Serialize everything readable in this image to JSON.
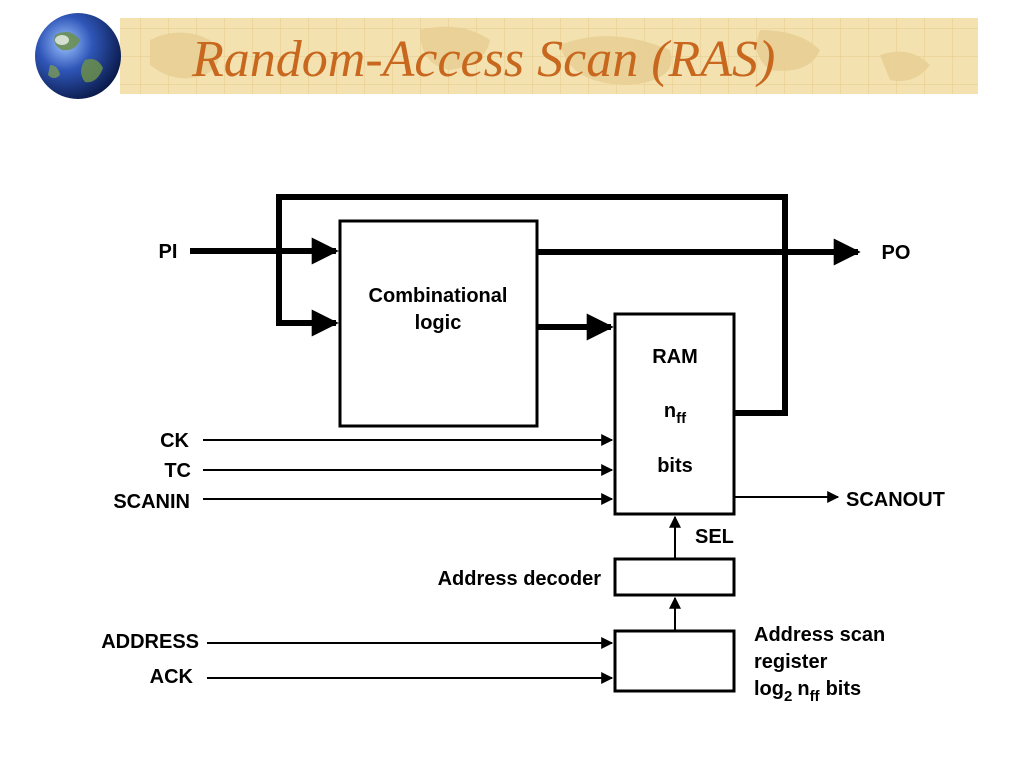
{
  "slide": {
    "title": "Random-Access Scan (RAS)",
    "colors": {
      "title": "#c8671e",
      "banner": "#f3e2b0",
      "line": "#000000"
    },
    "icon": "globe-icon"
  },
  "diagram": {
    "blocks": {
      "combinational": {
        "line1": "Combinational",
        "line2": "logic"
      },
      "ram": {
        "title": "RAM",
        "n": "n",
        "ff": "ff",
        "bits": "bits"
      },
      "decoder": {
        "label": "Address decoder"
      },
      "scan_register": {
        "line1": "Address scan",
        "line2": "register",
        "log": "log",
        "two": "2",
        "n": "n",
        "ff": "ff",
        "bits": "bits"
      }
    },
    "signals": {
      "pi": "PI",
      "po": "PO",
      "ck": "CK",
      "tc": "TC",
      "scanin": "SCANIN",
      "scanout": "SCANOUT",
      "sel": "SEL",
      "address": "ADDRESS",
      "ack": "ACK"
    }
  }
}
